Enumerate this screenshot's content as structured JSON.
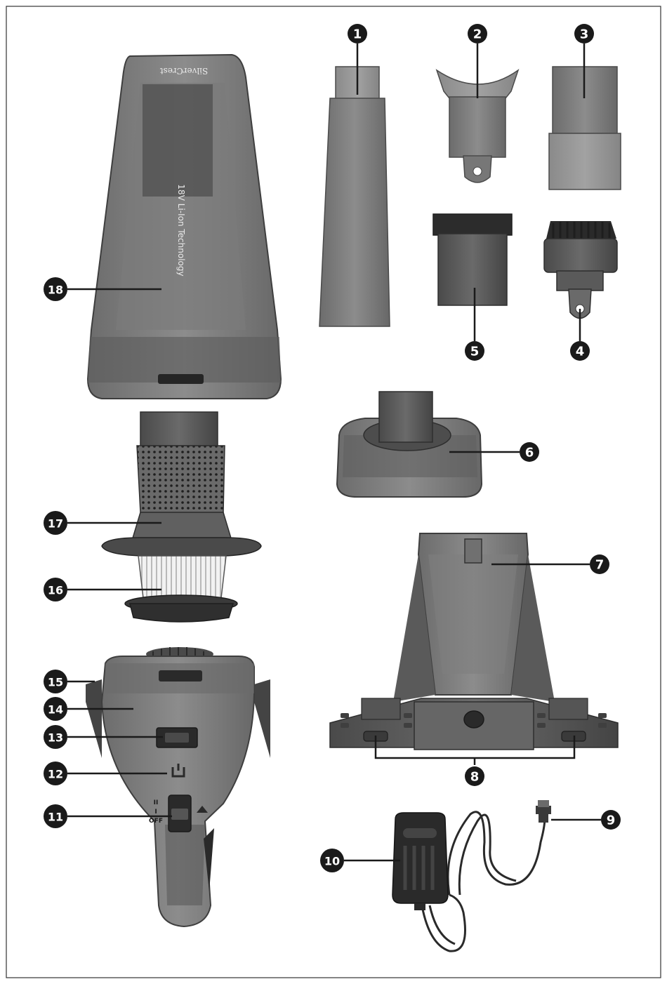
{
  "brand_text": "SilverCrest",
  "dustbin_text": "18V Li-Ion Technology",
  "switch_labels": {
    "high": "II",
    "low": "I",
    "off": "OFF"
  },
  "callouts": [
    "1",
    "2",
    "3",
    "4",
    "5",
    "6",
    "7",
    "8",
    "9",
    "10",
    "11",
    "12",
    "13",
    "14",
    "15",
    "16",
    "17",
    "18"
  ],
  "colors": {
    "part_dark": "#555555",
    "part_mid": "#707070",
    "part_light": "#8e8e8e",
    "line": "#1a1a1a",
    "marker": "#1a1a1a",
    "frame": "#333333"
  }
}
